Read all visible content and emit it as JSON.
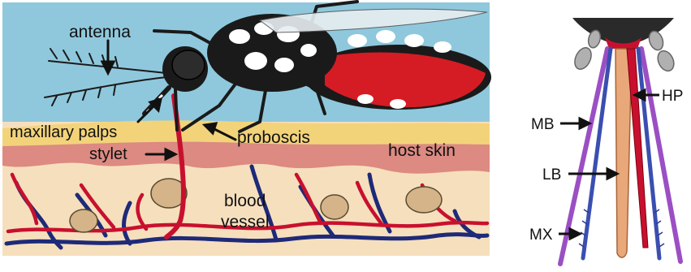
{
  "left_panel": {
    "labels": {
      "antenna": "antenna",
      "maxillary_palps": "maxillary palps",
      "proboscis": "proboscis",
      "stylet": "stylet",
      "host_skin": "host skin",
      "blood": "blood",
      "vessel": "vessel"
    },
    "colors": {
      "sky": "#8fc8dc",
      "skin_surface": "#f3d37a",
      "dermis": "#dc8a82",
      "tissue": "#f6dfbd",
      "artery": "#c8102e",
      "vein": "#1e2a78",
      "mosquito_body": "#1a1a1a",
      "abdomen_red": "#d51c24"
    }
  },
  "right_panel": {
    "labels": {
      "hp": "HP",
      "mb": "MB",
      "lb": "LB",
      "mx": "MX"
    },
    "colors": {
      "purple": "#9b4fc4",
      "blue": "#3a4fb0",
      "labrum": "#e8a87a",
      "red": "#c8102e",
      "head": "#2a2a2a",
      "palp": "#b0b0b0"
    }
  }
}
